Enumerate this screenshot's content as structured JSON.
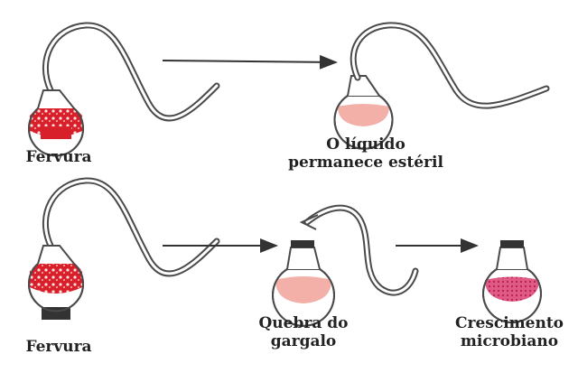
{
  "top_row": {
    "left_caption": "Fervura",
    "right_caption_line1": "O líquido",
    "right_caption_line2": "permanece estéril"
  },
  "bottom_row": {
    "left_caption": "Fervura",
    "middle_caption_line1": "Quebra do",
    "middle_caption_line2": "gargalo",
    "right_caption_line1": "Crescimento",
    "right_caption_line2": "microbiano"
  },
  "colors": {
    "boiling_liquid": "#d8202a",
    "sterile_liquid": "#f2b0a8",
    "growth_liquid": "#d83a6a",
    "glass_outline": "#4a4a4a",
    "arrow": "#333333"
  }
}
